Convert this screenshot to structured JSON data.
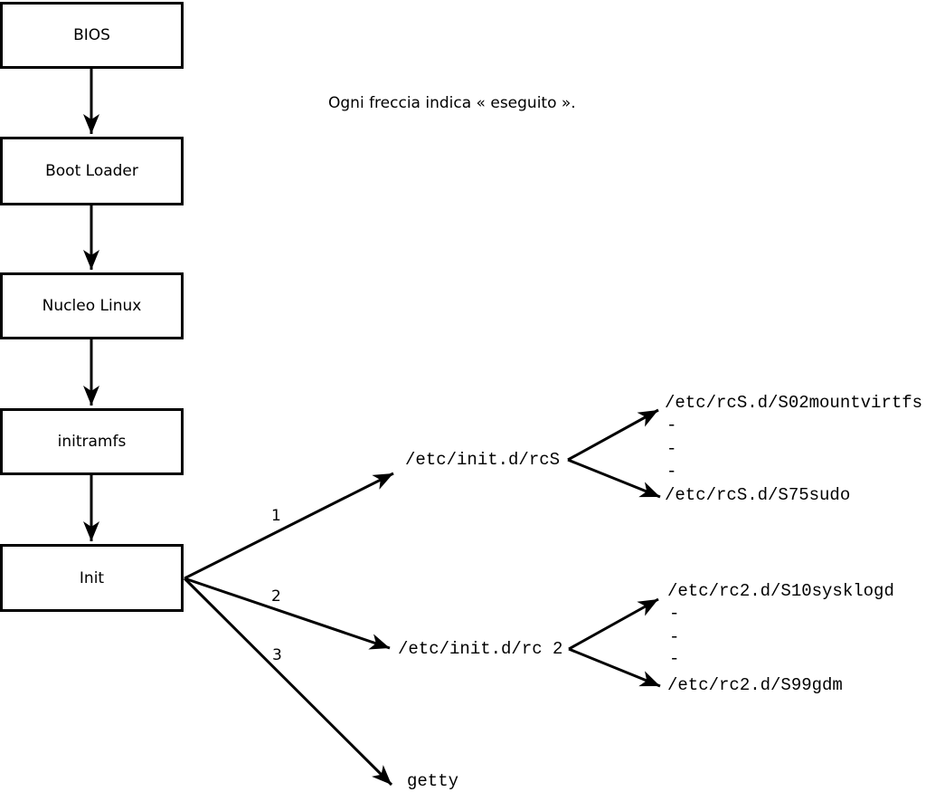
{
  "caption": "Ogni freccia indica « eseguito ».",
  "boot_chain": {
    "nodes": [
      {
        "label": "BIOS"
      },
      {
        "label": "Boot Loader"
      },
      {
        "label": "Nucleo Linux"
      },
      {
        "label": "initramfs"
      },
      {
        "label": "Init"
      }
    ]
  },
  "init_branches": [
    {
      "number": "1",
      "script": "/etc/init.d/rcS",
      "children": {
        "first": "/etc/rcS.d/S02mountvirtfs",
        "ellipsis": [
          "-",
          "-",
          "-"
        ],
        "last": "/etc/rcS.d/S75sudo"
      }
    },
    {
      "number": "2",
      "script": "/etc/init.d/rc 2",
      "children": {
        "first": "/etc/rc2.d/S10sysklogd",
        "ellipsis": [
          "-",
          "-",
          "-"
        ],
        "last": "/etc/rc2.d/S99gdm"
      }
    },
    {
      "number": "3",
      "script": "getty"
    }
  ],
  "colors": {
    "line": "#000000",
    "background": "#ffffff",
    "box_border": "#000000"
  }
}
